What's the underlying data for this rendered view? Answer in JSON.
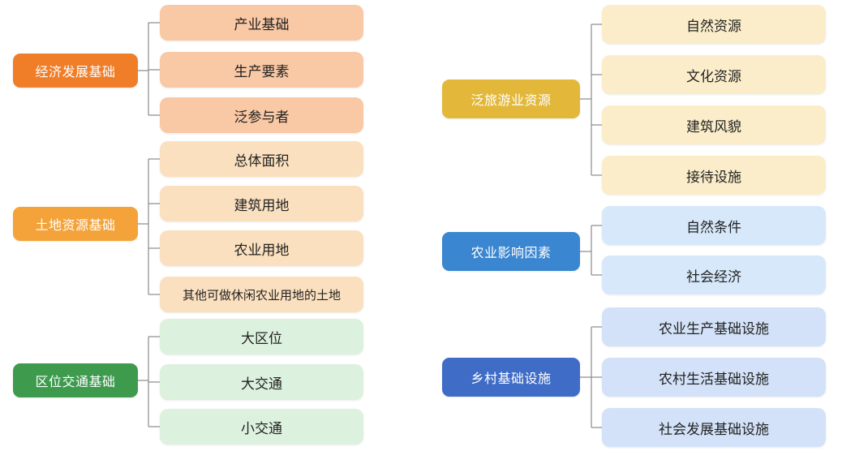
{
  "left_groups": [
    {
      "label": "经济发展基础",
      "category_color": "#F07E29",
      "item_fill": "#F9C8A4",
      "items": [
        "产业基础",
        "生产要素",
        "泛参与者"
      ]
    },
    {
      "label": "土地资源基础",
      "category_color": "#F4A33A",
      "item_fill": "#FBE0BF",
      "items": [
        "总体面积",
        "建筑用地",
        "农业用地",
        "其他可做休闲农业用地的土地"
      ]
    },
    {
      "label": "区位交通基础",
      "category_color": "#3E9B4E",
      "item_fill": "#DDF1DF",
      "items": [
        "大区位",
        "大交通",
        "小交通"
      ]
    }
  ],
  "right_groups": [
    {
      "label": "泛旅游业资源",
      "category_color": "#E3B83A",
      "item_fill": "#FBEDC9",
      "items": [
        "自然资源",
        "文化资源",
        "建筑风貌",
        "接待设施"
      ]
    },
    {
      "label": "农业影响因素",
      "category_color": "#3A86D0",
      "item_fill": "#D6E8FA",
      "items": [
        "自然条件",
        "社会经济"
      ]
    },
    {
      "label": "乡村基础设施",
      "category_color": "#3F6CC6",
      "item_fill": "#D3E2F8",
      "items": [
        "农业生产基础设施",
        "农村生活基础设施",
        "社会发展基础设施"
      ]
    }
  ]
}
